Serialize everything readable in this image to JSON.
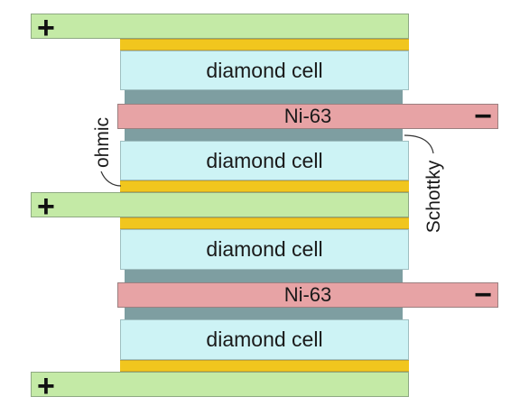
{
  "labels": {
    "plus_sign": "+",
    "minus_sign": "−",
    "cell": "diamond cell",
    "source": "Ni-63",
    "ohmic": "ohmic",
    "schottky": "Schottky"
  },
  "colors": {
    "positive_electrode": "#c4eaa6",
    "negative_electrode": "#e7a3a5",
    "diamond_cell": "#cdf3f5",
    "ohmic_contact": "#f1c61e",
    "schottky_contact": "#7e9ea1"
  }
}
